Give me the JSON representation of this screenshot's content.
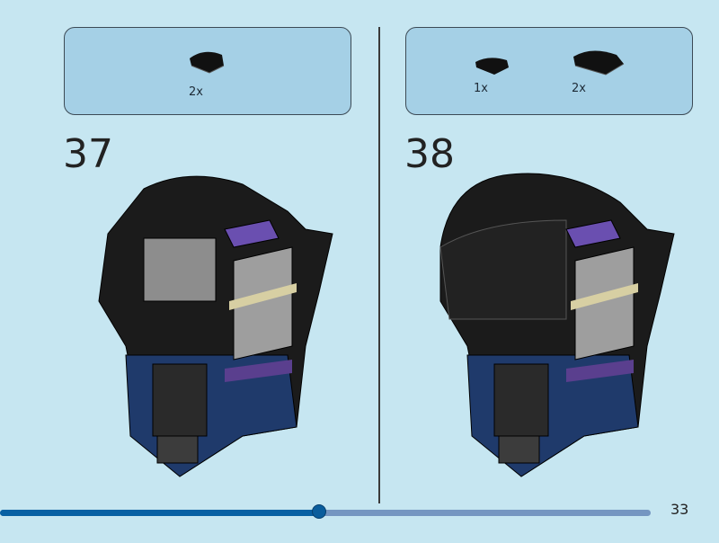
{
  "steps": [
    {
      "number": "37",
      "parts": [
        {
          "name": "curved-slope-2x2",
          "qty": "2x"
        }
      ]
    },
    {
      "number": "38",
      "parts": [
        {
          "name": "curved-slope-1x2",
          "qty": "1x"
        },
        {
          "name": "curved-slope-2x2",
          "qty": "2x"
        }
      ]
    }
  ],
  "progress": {
    "fraction": 0.49
  },
  "page_number": "33",
  "colors": {
    "background": "#c6e6f1",
    "parts_box": "#a5d0e6",
    "progress_fill": "#0760a3",
    "progress_track": "#7596c1"
  }
}
